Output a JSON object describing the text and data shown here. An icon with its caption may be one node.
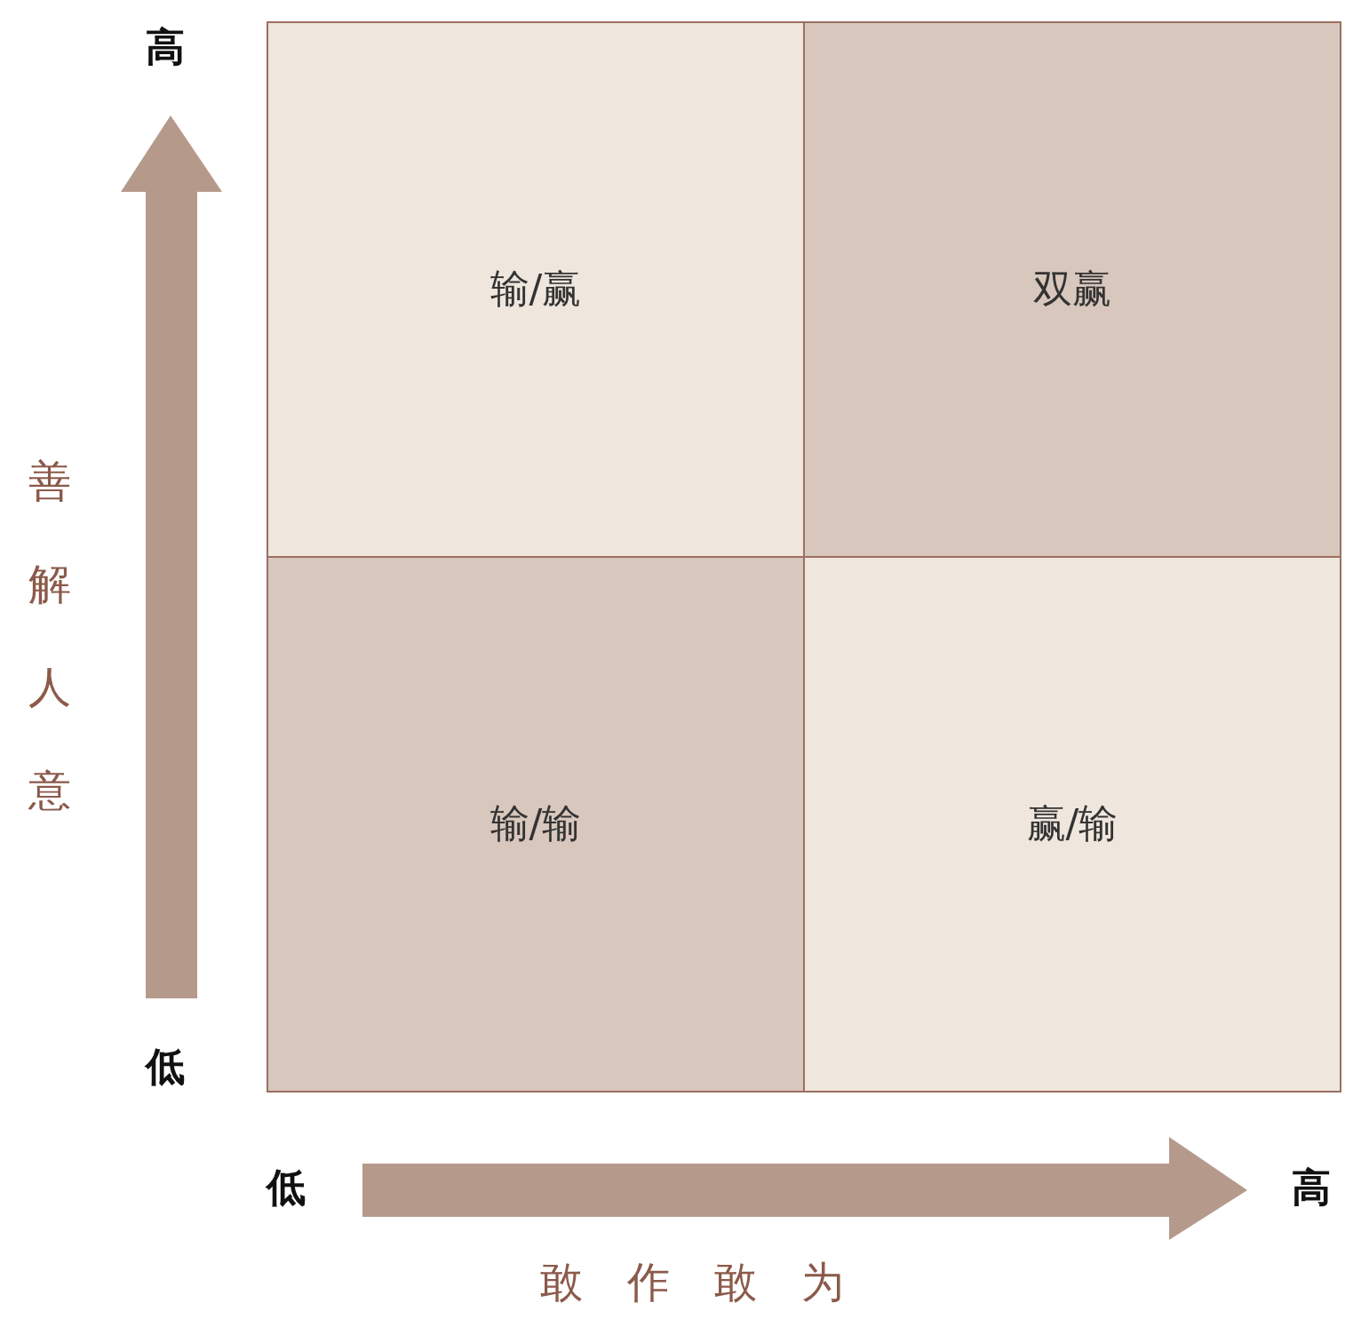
{
  "diagram": {
    "nodes": [
      {
        "text": [
          "输/赢"
        ]
      },
      {
        "text": [
          "双赢"
        ]
      },
      {
        "text": [
          "输/输"
        ]
      },
      {
        "text": [
          "赢/输"
        ]
      }
    ],
    "labels": [
      "高",
      "低",
      "善解人意",
      "低",
      "高",
      "敢作敢为"
    ]
  }
}
